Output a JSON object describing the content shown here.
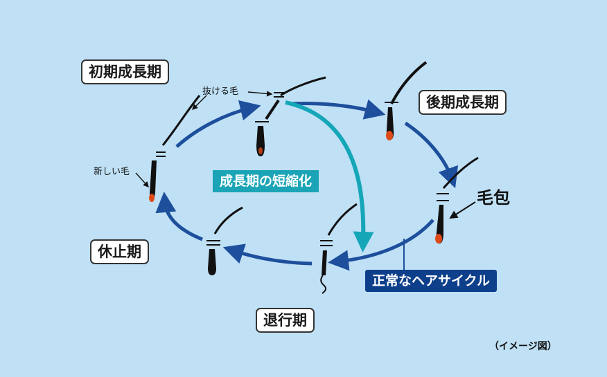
{
  "phases": {
    "early_growth": "初期成長期",
    "late_growth": "後期成長期",
    "resting": "休止期",
    "regression": "退行期"
  },
  "annotations": {
    "shedding_hair": "抜ける毛",
    "new_hair": "新しい毛",
    "follicle": "毛包"
  },
  "banners": {
    "shortened_growth": "成長期の短縮化",
    "normal_cycle": "正常なヘアサイクル"
  },
  "note": "（イメージ図）",
  "colors": {
    "background": "#bfe0f5",
    "cycle_arrow": "#1d4f9c",
    "shortened_arrow": "#15a6b8",
    "shortened_banner": "#1aa4b6",
    "normal_banner": "#0e3f8a",
    "hair": "#111111",
    "hair_bulb": "#e04a18"
  }
}
